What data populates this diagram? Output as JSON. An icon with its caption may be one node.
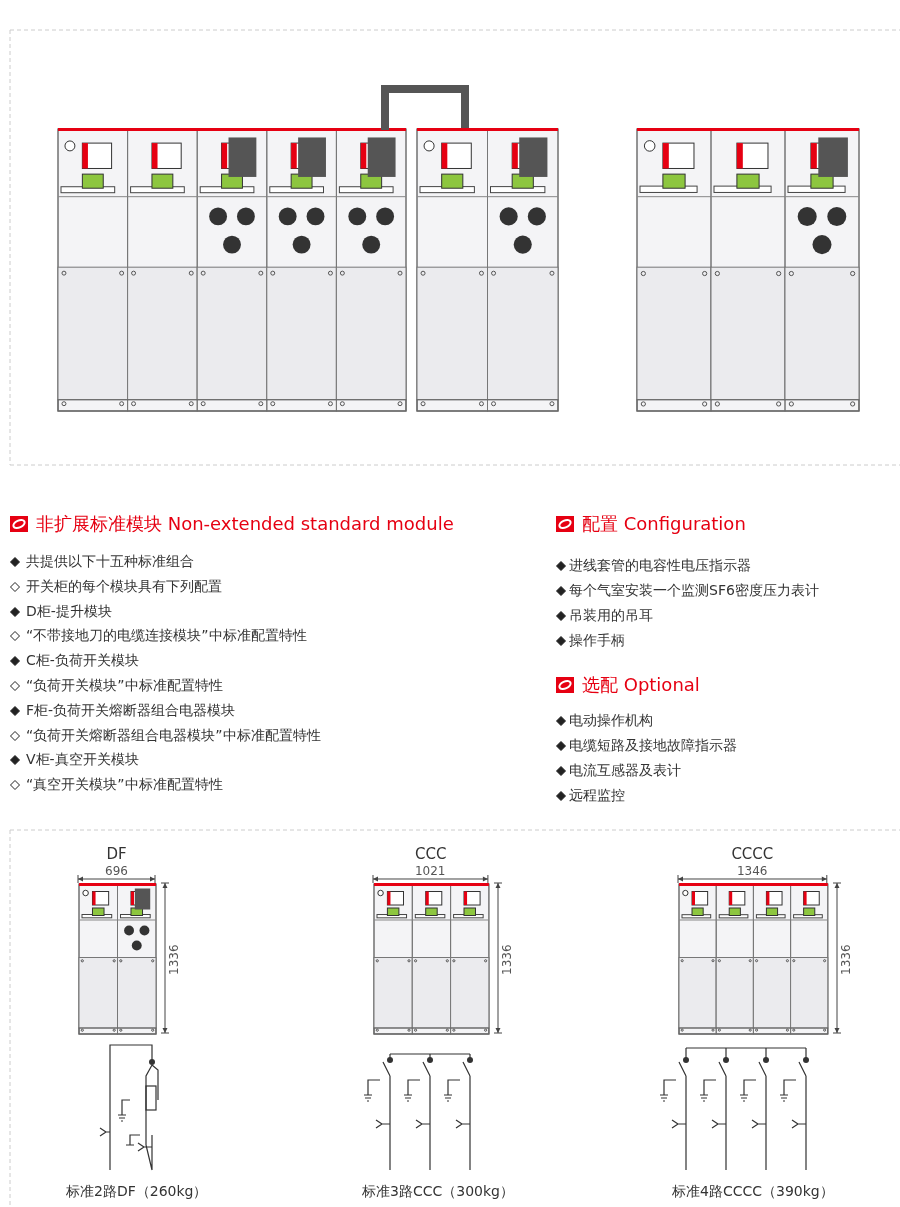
{
  "diagram": {
    "labels": [
      "非扩展标准模块 Non-extended standard module",
      "共提供以下十五种标准组合",
      "开关柜的每个模块具有下列配置",
      "D柜-提升模块",
      "“不带接地刀的电缆连接模块”中标准配置特性",
      "C柜-负荷开关模块",
      "“负荷开关模块”中标准配置特性",
      "F柜-负荷开关熔断器组合电器模块",
      "“负荷开关熔断器组合电器模块”中标准配置特性",
      "V柜-真空开关模块",
      "“真空开关模块”中标准配置特性",
      "配置 Configuration",
      "进线套管的电容性电压指示器",
      "每个气室安装一个监测SF6密度压力表计",
      "吊装用的吊耳",
      "操作手柄",
      "选配 Optional",
      "电动操作机构",
      "电缆短路及接地故障指示器",
      "电流互感器及表计",
      "远程监控",
      "DF",
      "696",
      "1336",
      "CCC",
      "1021",
      "1336",
      "CCCC",
      "1346",
      "1336",
      "标准2路DF（260kg）",
      "标准3路CCC（300kg）",
      "标准4路CCCC（390kg）"
    ]
  }
}
